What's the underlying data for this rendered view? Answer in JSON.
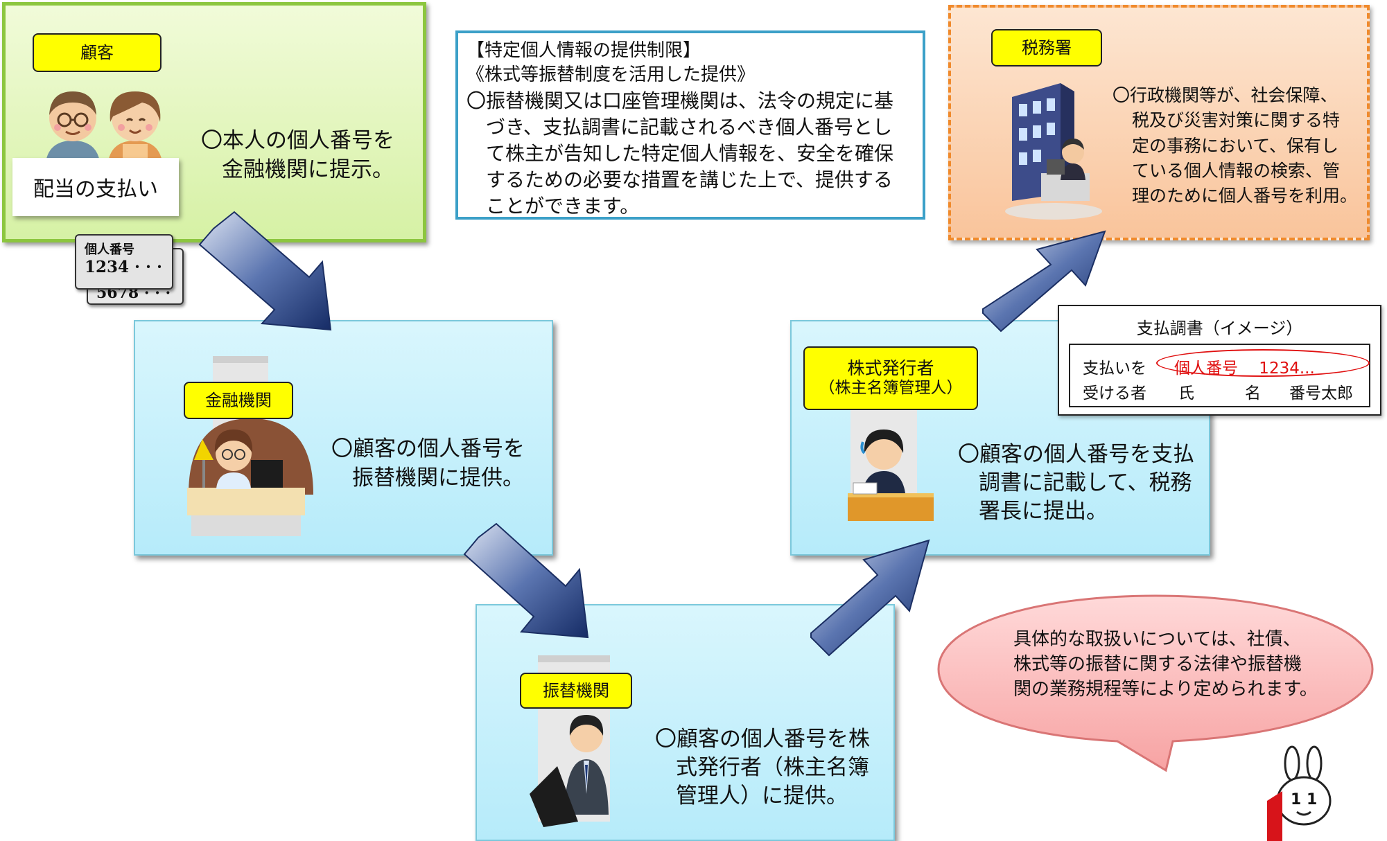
{
  "customer": {
    "tag": "顧客",
    "caption": "配当の支払い",
    "desc_line1": "〇本人の個人番号を",
    "desc_line2": "金融機関に提示。",
    "card_title": "個人番号",
    "card_number": "1234 · · ·",
    "card_number_back": "5678 · · ·"
  },
  "notice": {
    "line1": "【特定個人情報の提供制限】",
    "line2": "《株式等振替制度を活用した提供》",
    "line3": "〇振替機関又は口座管理機関は、法令の規定に基",
    "line4": "づき、支払調書に記載されるべき個人番号とし",
    "line5": "て株主が告知した特定個人情報を、安全を確保",
    "line6": "するための必要な措置を講じた上で、提供する",
    "line7": "ことができます。"
  },
  "tax_office": {
    "tag": "税務署",
    "line1": "〇行政機関等が、社会保障、",
    "line2": "税及び災害対策に関する特",
    "line3": "定の事務において、保有し",
    "line4": "ている個人情報の検索、管",
    "line5": "理のために個人番号を利用。"
  },
  "financial": {
    "tag": "金融機関",
    "line1": "〇顧客の個人番号を",
    "line2": "振替機関に提供。"
  },
  "issuer": {
    "tag_line1": "株式発行者",
    "tag_line2": "（株主名簿管理人）",
    "line1": "〇顧客の個人番号を支払",
    "line2": "調書に記載して、税務",
    "line3": "署長に提出。"
  },
  "transfer": {
    "tag": "振替機関",
    "line1": "〇顧客の個人番号を株",
    "line2": "式発行者（株主名簿",
    "line3": "管理人）に提供。"
  },
  "statement": {
    "title": "支払調書（イメージ）",
    "row1_label": "支払いを",
    "row1_value": "個人番号　 1234...",
    "row2_label": "受ける者",
    "row2_c1": "氏",
    "row2_c2": "名",
    "row2_c3": "番号太郎"
  },
  "bubble": {
    "line1": "具体的な取扱いについては、社債、",
    "line2": "株式等の振替に関する法律や振替機",
    "line3": "関の業務規程等により定められます。"
  },
  "mascot": {
    "badge": "1 1"
  },
  "colors": {
    "yellow_tag": "#ffff00",
    "stage_blue": "#c4effb",
    "customer_green": "#dcf5b3",
    "tax_orange": "#fbd2b0",
    "arrow_navy": "#1b3673",
    "statement_red": "#e01010"
  }
}
